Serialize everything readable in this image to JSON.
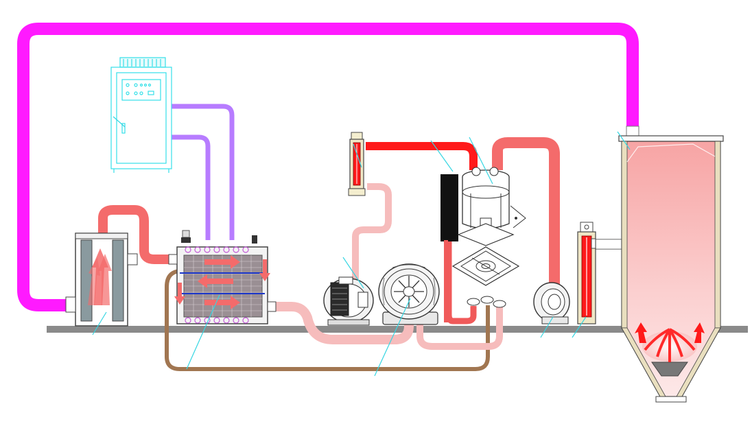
{
  "diagram": {
    "colors": {
      "background": "#ffffff",
      "floor": "#8a8a8a",
      "return_air_duct": "#ff1aff",
      "refrigerant_lines": "#b77cff",
      "hot_air_pipe": "#f46b6b",
      "light_air_pipe": "#f6bcbc",
      "heater_pipe": "#ff1a1a",
      "drain_line": "#a17651",
      "cabinet_outline": "#34e0e8",
      "pointer": "#35d6e2",
      "heater_panel": "#111111",
      "tower_fill": "#f7a4a4",
      "tower_wall": "#e9dfbf"
    },
    "components": [
      {
        "id": "control-cabinet",
        "icon": "control-cabinet-icon"
      },
      {
        "id": "air-filter",
        "icon": "filter-icon"
      },
      {
        "id": "heat-exchanger",
        "icon": "heat-exchanger-icon"
      },
      {
        "id": "small-blower",
        "icon": "blower-icon"
      },
      {
        "id": "ring-blower",
        "icon": "ring-blower-icon"
      },
      {
        "id": "pipe-heater",
        "icon": "heater-icon"
      },
      {
        "id": "atomizer",
        "icon": "atomizer-icon"
      },
      {
        "id": "cyclone-fan",
        "icon": "fan-icon"
      },
      {
        "id": "electric-heater",
        "icon": "heater-icon"
      },
      {
        "id": "drying-tower",
        "icon": "tower-icon"
      }
    ]
  }
}
